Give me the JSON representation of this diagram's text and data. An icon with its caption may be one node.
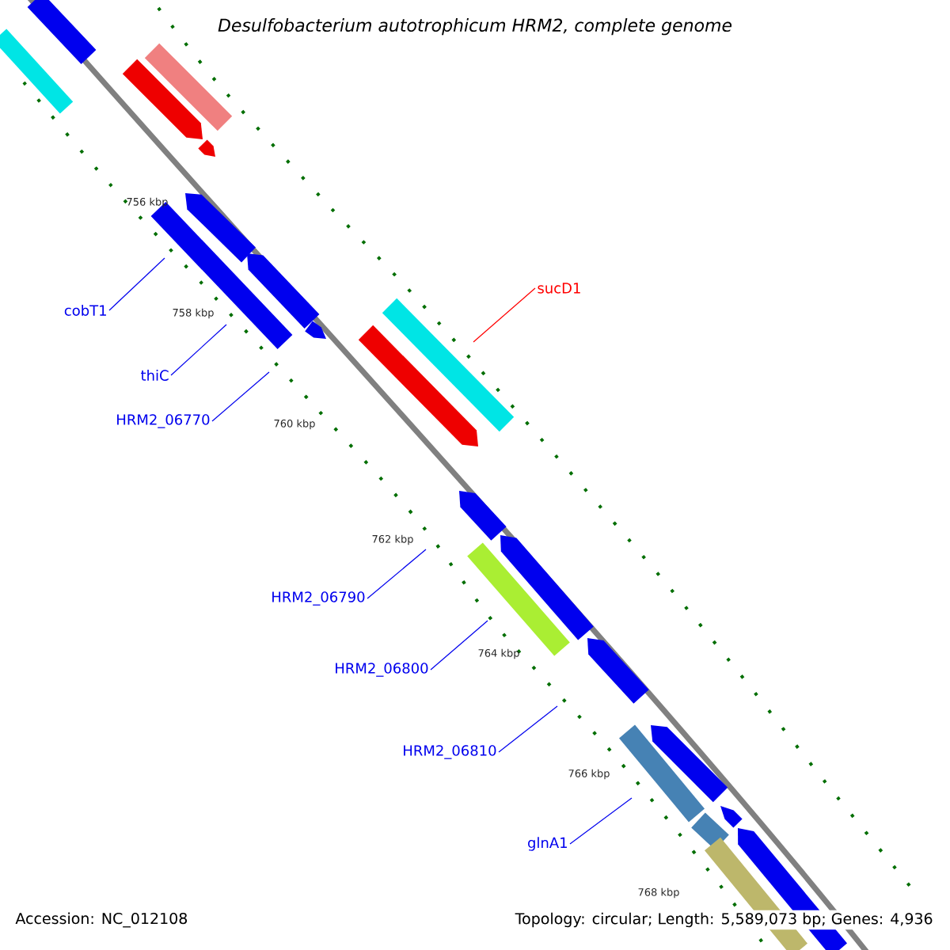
{
  "diagram": {
    "title": "Desulfobacterium autotrophicum HRM2, complete genome",
    "nodes": [
      {
        "text": [
          "cobT1"
        ]
      },
      {
        "text": [
          "thiC"
        ]
      },
      {
        "text": [
          "HRM2_06770"
        ]
      },
      {
        "text": [
          "sucD1"
        ]
      },
      {
        "text": [
          "HRM2_06790"
        ]
      },
      {
        "text": [
          "HRM2_06800"
        ]
      },
      {
        "text": [
          "HRM2_06810"
        ]
      },
      {
        "text": [
          "glnA1"
        ]
      }
    ],
    "edges": [
      {
        "from": 0,
        "to": null,
        "arrow": "none"
      },
      {
        "from": 1,
        "to": null,
        "arrow": "none"
      },
      {
        "from": 2,
        "to": null,
        "arrow": "none"
      },
      {
        "from": 3,
        "to": null,
        "arrow": "none",
        "color": "#ff0000"
      },
      {
        "from": 4,
        "to": null,
        "arrow": "none"
      },
      {
        "from": 5,
        "to": null,
        "arrow": "none"
      },
      {
        "from": 6,
        "to": null,
        "arrow": "none"
      },
      {
        "from": 7,
        "to": null,
        "arrow": "none"
      }
    ],
    "labels": [
      "756 kbp",
      "758 kbp",
      "760 kbp",
      "762 kbp",
      "764 kbp",
      "766 kbp",
      "768 kbp",
      "Accession: NC_012108",
      "Topology: circular; Length: 5,589,073 bp; Genes: 4,936"
    ]
  }
}
